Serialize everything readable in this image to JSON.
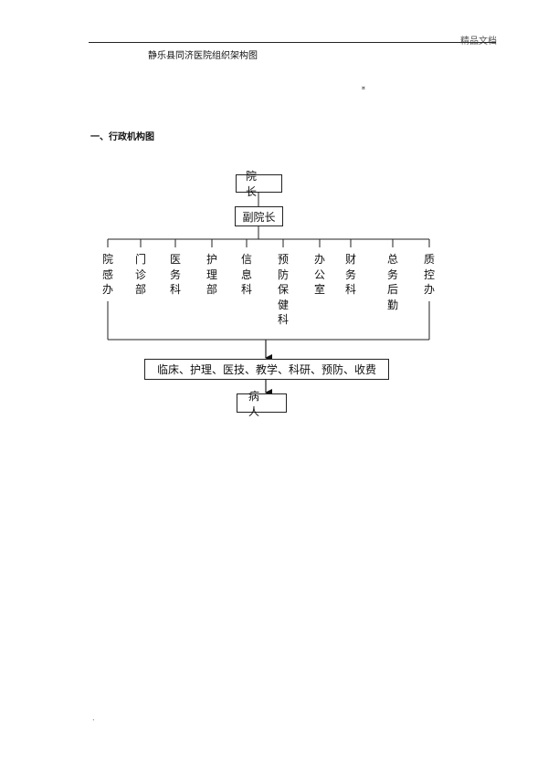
{
  "header": {
    "label": "精品文档"
  },
  "document": {
    "title": "静乐县同济医院组织架构图",
    "mark": "¤",
    "section_heading": "一、行政机构图",
    "footer_dot": "."
  },
  "chart": {
    "director": "院长",
    "deputy": "副院长",
    "departments": [
      "院感办",
      "门诊部",
      "医务科",
      "护理部",
      "信息科",
      "预防保健科",
      "办公室",
      "财务科",
      "总务后勤",
      "质控办"
    ],
    "services": "临床、护理、医技、教学、科研、预防、收费",
    "patient": "病人"
  }
}
